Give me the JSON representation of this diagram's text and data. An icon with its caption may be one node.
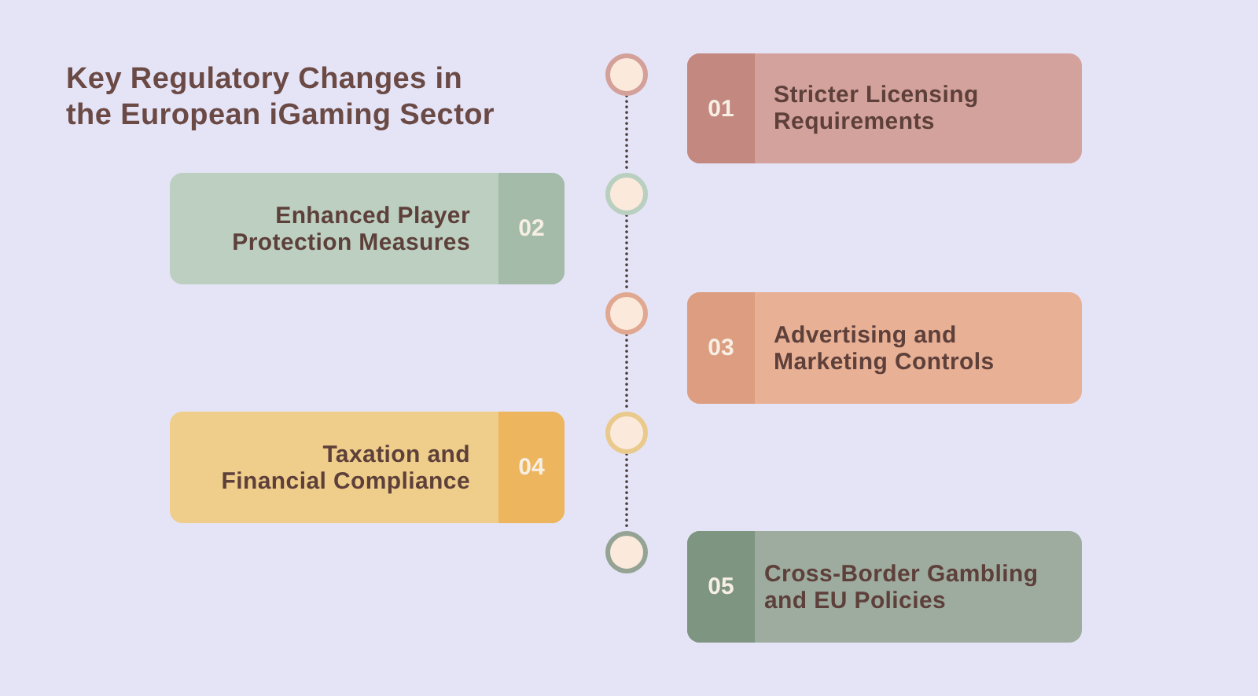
{
  "diagram": {
    "title": "Key Regulatory Changes in the European iGaming Sector",
    "nodes": [
      {
        "text": [],
        "shape": "circle"
      },
      {
        "text": [
          "Stricter Licensing Requirements"
        ]
      },
      {
        "text": [
          "01"
        ],
        "in": 1
      },
      {
        "text": [],
        "shape": "circle"
      },
      {
        "text": [
          "Enhanced Player Protection Measures"
        ]
      },
      {
        "text": [
          "02"
        ],
        "in": 4
      },
      {
        "text": [],
        "shape": "circle"
      },
      {
        "text": [
          "Advertising and Marketing Controls"
        ]
      },
      {
        "text": [
          "03"
        ],
        "in": 7
      },
      {
        "text": [],
        "shape": "circle"
      },
      {
        "text": [
          "Taxation and Financial Compliance"
        ]
      },
      {
        "text": [
          "04"
        ],
        "in": 10
      },
      {
        "text": [],
        "shape": "circle"
      },
      {
        "text": [
          "Cross-Border Gambling and EU Policies"
        ]
      },
      {
        "text": [
          "05"
        ],
        "in": 13
      }
    ],
    "edges": [
      {
        "from": 0,
        "to": 3,
        "arrow": "none",
        "style": "dashed"
      },
      {
        "from": 3,
        "to": 6,
        "arrow": "none",
        "style": "dashed"
      },
      {
        "from": 6,
        "to": 9,
        "arrow": "none",
        "style": "dashed"
      },
      {
        "from": 9,
        "to": 12,
        "arrow": "none",
        "style": "dashed"
      }
    ]
  }
}
